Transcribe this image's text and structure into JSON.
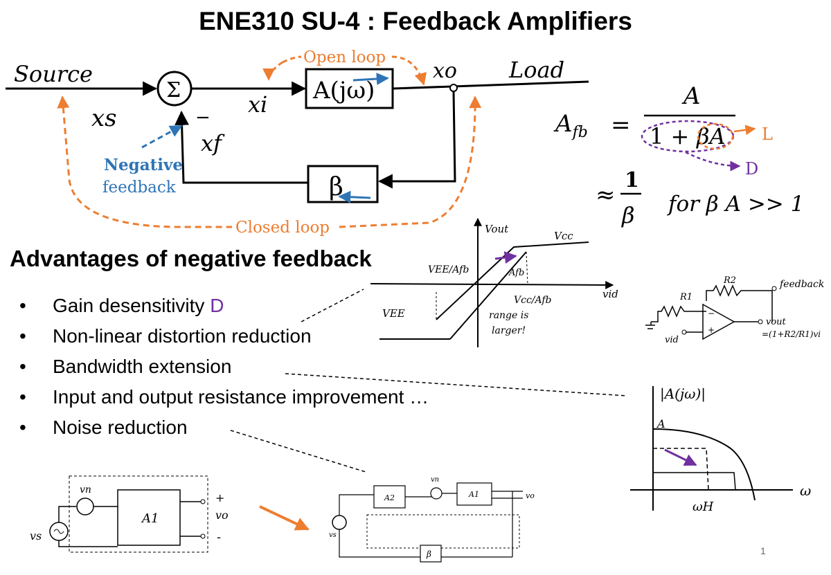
{
  "title": "ENE310 SU-4 : Feedback Amplifiers",
  "block_diagram": {
    "source": "Source",
    "load": "Load",
    "xs": "xs",
    "xi": "xi",
    "xo": "xo",
    "xf": "xf",
    "sum": "Σ",
    "minus": "−",
    "amp": "A(jω)",
    "beta": "β",
    "open_loop": "Open loop",
    "closed_loop": "Closed loop",
    "negative": "Negative",
    "feedback": "feedback"
  },
  "formula": {
    "lhs": "A",
    "lhs_sub": "fb",
    "eq": "=",
    "numerator": "A",
    "denominator_one": "1 +",
    "denominator_betaA": "βA",
    "label_L": "L",
    "label_D": "D",
    "approx": "≈",
    "approx_num": "1",
    "approx_den": "β",
    "condition": "for β A >> 1"
  },
  "section_title": "Advantages of negative feedback",
  "advantages": [
    {
      "text": "Gain desensitivity ",
      "tag": "D"
    },
    {
      "text": "Non-linear distortion reduction",
      "tag": ""
    },
    {
      "text": "Bandwidth extension",
      "tag": ""
    },
    {
      "text": "Input and output resistance improvement …",
      "tag": ""
    },
    {
      "text": "Noise reduction",
      "tag": ""
    }
  ],
  "transfer_sketch": {
    "vout": "Vout",
    "vcc": "Vcc",
    "vee": "VEE",
    "vid": "vid",
    "vee_afb": "VEE/Afb",
    "slope": "Afb",
    "vcc_afb": "Vcc/Afb",
    "note_line1": "range is",
    "note_line2": "larger!"
  },
  "opamp_sketch": {
    "r1": "R1",
    "r2": "R2",
    "feedback": "feedback",
    "vid": "vid",
    "vout": "vout",
    "gain": "=(1+R2/R1)vi",
    "plus": "+",
    "minus": "−"
  },
  "bode_sketch": {
    "ylabel": "|A(jω)|",
    "a": "A",
    "xlabel": "ω",
    "wh": "ωH"
  },
  "noise_left": {
    "vs": "vs",
    "vn": "vn",
    "a1": "A1",
    "vo": "vo",
    "plus": "+",
    "minus": "-"
  },
  "noise_right": {
    "a2": "A2",
    "a1": "A1",
    "vn": "vn",
    "vs": "vs",
    "beta": "β",
    "vo": "vo"
  },
  "page_number": "1",
  "colors": {
    "orange": "#ed7d31",
    "blue": "#2e75b6",
    "purple": "#7030a0"
  }
}
